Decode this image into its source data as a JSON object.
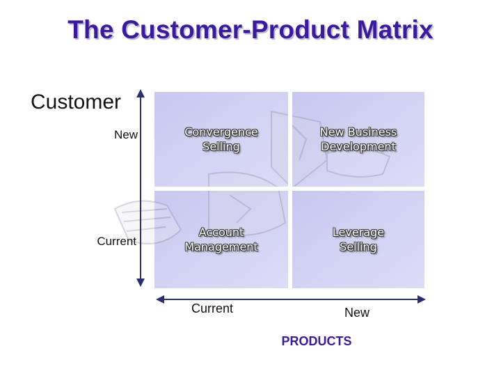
{
  "title": "The Customer-Product Matrix",
  "y_axis": {
    "title": "Customer",
    "levels": {
      "new": "New",
      "current": "Current"
    }
  },
  "x_axis": {
    "title": "PRODUCTS",
    "levels": {
      "current": "Current",
      "new": "New"
    }
  },
  "matrix": {
    "top_left": "Convergence\nSelling",
    "top_right": "New Business\nDevelopment",
    "bottom_left": "Account\nManagement",
    "bottom_right": "Leverage\nSelling"
  },
  "colors": {
    "title": "#3b1a9c",
    "cell_fill": "#cfd0f3",
    "axis_line": "#2b2f6e"
  }
}
